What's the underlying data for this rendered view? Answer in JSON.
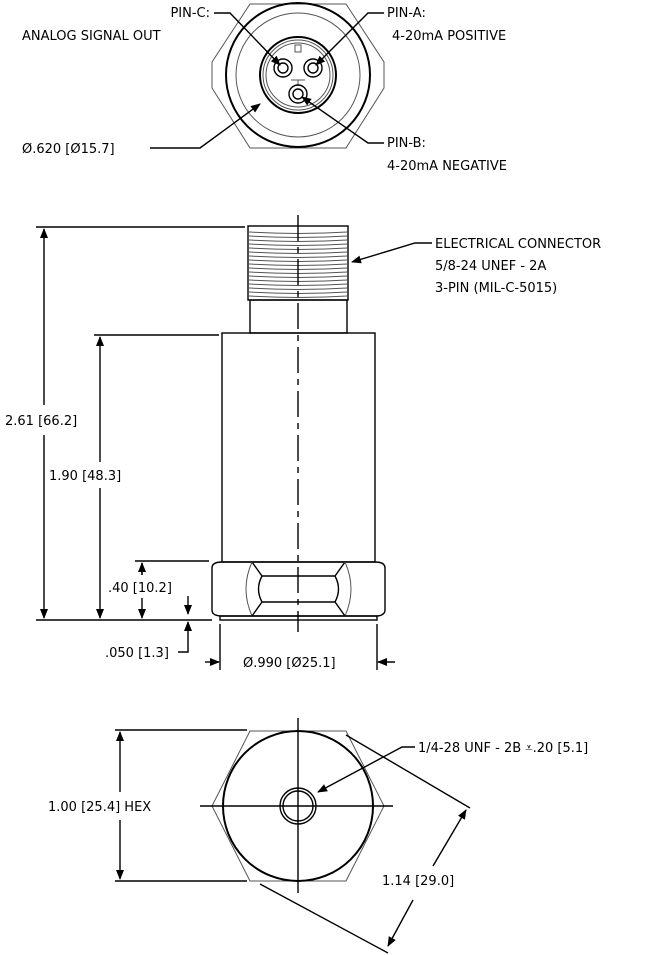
{
  "top_view": {
    "pin_c": {
      "label": "PIN-C:",
      "desc": "ANALOG SIGNAL OUT"
    },
    "pin_a": {
      "label": "PIN-A:",
      "desc": "4-20mA POSITIVE"
    },
    "pin_b": {
      "label": "PIN-B:",
      "desc": "4-20mA NEGATIVE"
    },
    "connector_diameter": "Ø.620 [Ø15.7]"
  },
  "side_view": {
    "connector_note": [
      "ELECTRICAL CONNECTOR",
      "5/8-24 UNEF - 2A",
      "3-PIN (MIL-C-5015)"
    ],
    "overall_height": "2.61 [66.2]",
    "body_height": "1.90 [48.3]",
    "hex_height": ".40 [10.2]",
    "base_lip": ".050 [1.3]",
    "body_diameter": "Ø.990 [Ø25.1]"
  },
  "bottom_view": {
    "thread_note": "1/4-28 UNF - 2B ⩡.20 [5.1]",
    "hex_flats": "1.00 [25.4] HEX",
    "hex_corners": "1.14 [29.0]"
  }
}
